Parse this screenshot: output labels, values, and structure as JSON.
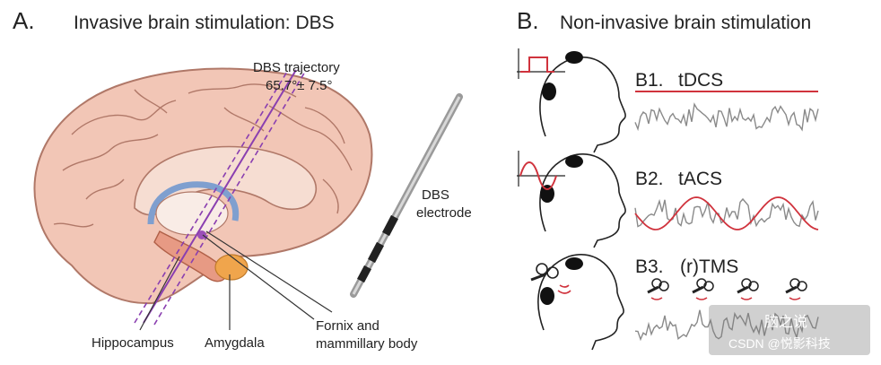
{
  "panel_a": {
    "letter": "A.",
    "title": "Invasive brain stimulation: DBS",
    "trajectory_label_1": "DBS trajectory",
    "trajectory_label_2": "65.7°± 7.5°",
    "electrode_label_1": "DBS",
    "electrode_label_2": "electrode",
    "label_hippocampus": "Hippocampus",
    "label_amygdala": "Amygdala",
    "label_fornix_1": "Fornix and",
    "label_fornix_2": "mammillary body"
  },
  "panel_b": {
    "letter": "B.",
    "title": "Non-invasive brain stimulation",
    "b1": {
      "tag": "B1.",
      "name": "tDCS"
    },
    "b2": {
      "tag": "B2.",
      "name": "tACS"
    },
    "b3": {
      "tag": "B3.",
      "name": "(r)TMS"
    }
  },
  "watermark": {
    "line1": "脑之说",
    "line2": "CSDN @悦影科技"
  },
  "colors": {
    "stim_red": "#d0333d",
    "eeg_gray": "#8a8a8a",
    "brain_pink": "#f2c6b6",
    "trajectory_purple": "#8a3fb0"
  }
}
